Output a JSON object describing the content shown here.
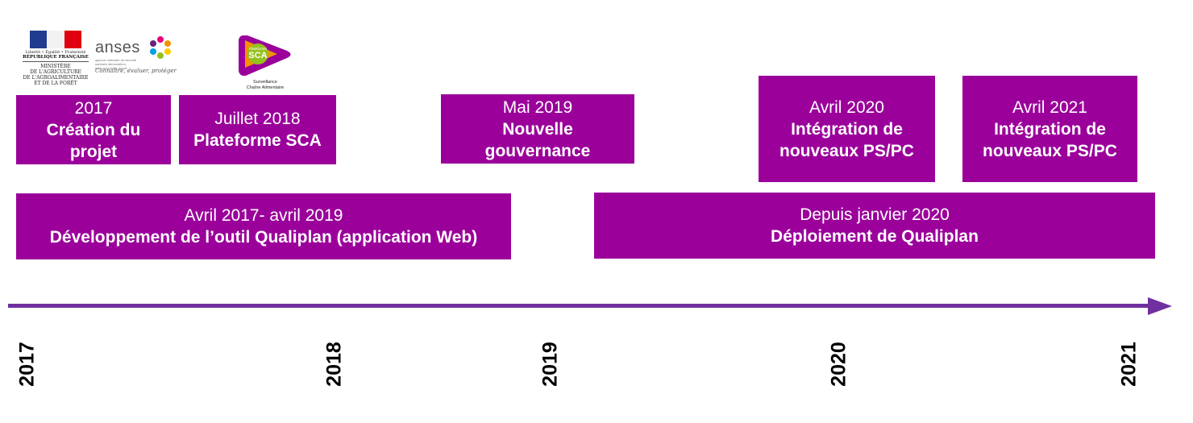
{
  "logos": {
    "republique": {
      "motto": "Liberté • Égalité • Fraternité",
      "name": "RÉPUBLIQUE FRANÇAISE",
      "ministry": [
        "MINISTÈRE",
        "DE L'AGRICULTURE",
        "DE L'AGROALIMENTAIRE",
        "ET DE LA FORÊT"
      ]
    },
    "anses": {
      "word": "anses",
      "sub": "agence nationale de sécurité sanitaire alimentation, environnement, travail",
      "tagline": "Connaître, évaluer, protéger"
    },
    "sca": {
      "badge_top": "Plateforme",
      "badge": "SCA",
      "caption": [
        "Surveillance",
        "Chaîne Alimentaire"
      ]
    }
  },
  "milestones": [
    {
      "date": "2017",
      "title": [
        "Création du",
        "projet"
      ]
    },
    {
      "date": "Juillet 2018",
      "title": [
        "Plateforme SCA"
      ]
    },
    {
      "date": "Mai 2019",
      "title": [
        "Nouvelle",
        "gouvernance"
      ]
    },
    {
      "date": "Avril 2020",
      "title": [
        "Intégration de",
        "nouveaux PS/PC"
      ]
    },
    {
      "date": "Avril 2021",
      "title": [
        "Intégration de",
        "nouveaux PS/PC"
      ]
    }
  ],
  "periods": [
    {
      "date": "Avril 2017- avril 2019",
      "title": "Développement de l’outil Qualiplan (application Web)"
    },
    {
      "date": "Depuis janvier 2020",
      "title": "Déploiement de Qualiplan"
    }
  ],
  "axis": {
    "years": [
      "2017",
      "2018",
      "2019",
      "2020",
      "2021"
    ],
    "line_color": "#7030a0"
  },
  "colors": {
    "box": "#9b009b",
    "text": "#ffffff"
  }
}
